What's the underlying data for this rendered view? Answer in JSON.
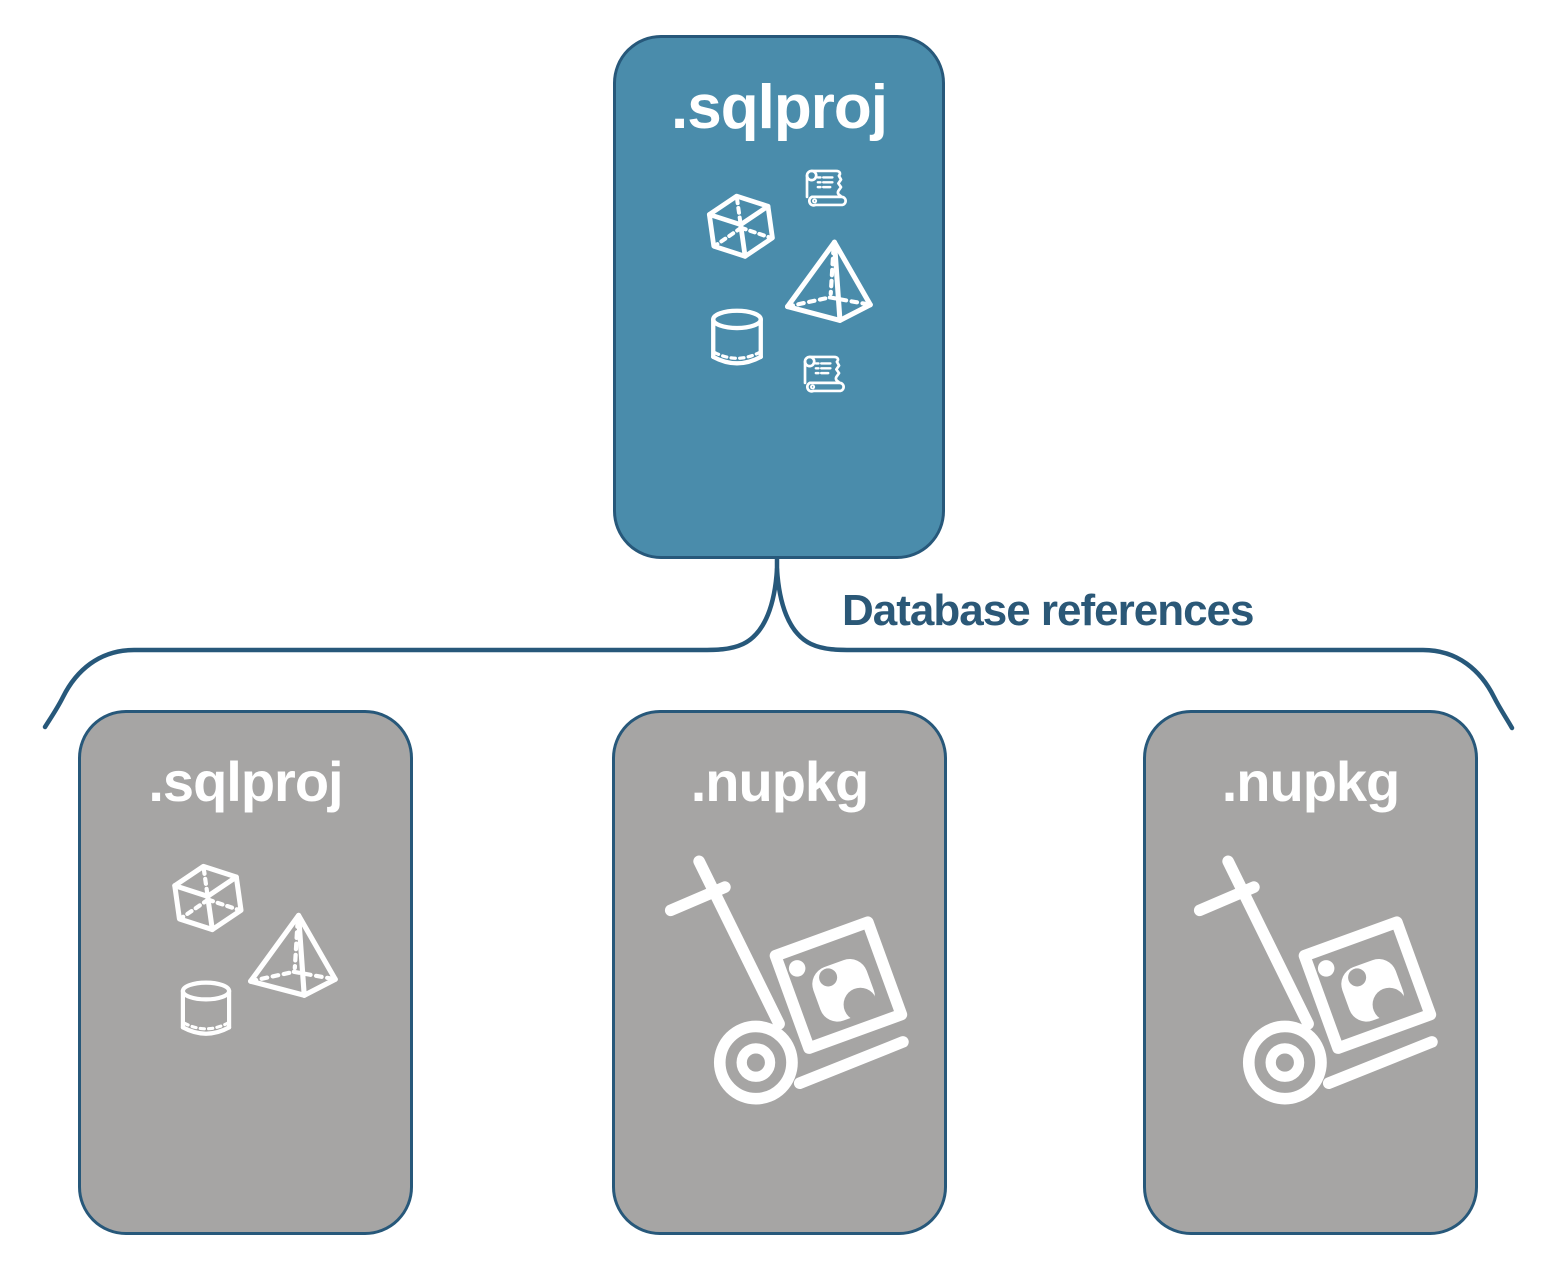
{
  "diagram": {
    "root": {
      "label": ".sqlproj"
    },
    "connector_label": "Database references",
    "children": [
      {
        "label": ".sqlproj"
      },
      {
        "label": ".nupkg"
      },
      {
        "label": ".nupkg"
      }
    ],
    "icons": {
      "root_box": [
        "cube-icon",
        "scroll-icon",
        "pyramid-icon",
        "cylinder-icon",
        "scroll-icon"
      ],
      "child_sqlproj_box": [
        "cube-icon",
        "pyramid-icon",
        "cylinder-icon"
      ],
      "child_nupkg_boxes": [
        "package-dolly-icon"
      ]
    },
    "colors": {
      "root_fill": "#4A8CAB",
      "child_fill": "#A6A5A4",
      "outline": "#27587A",
      "label_text": "#2B5877",
      "icon_stroke": "#FFFFFF"
    }
  }
}
